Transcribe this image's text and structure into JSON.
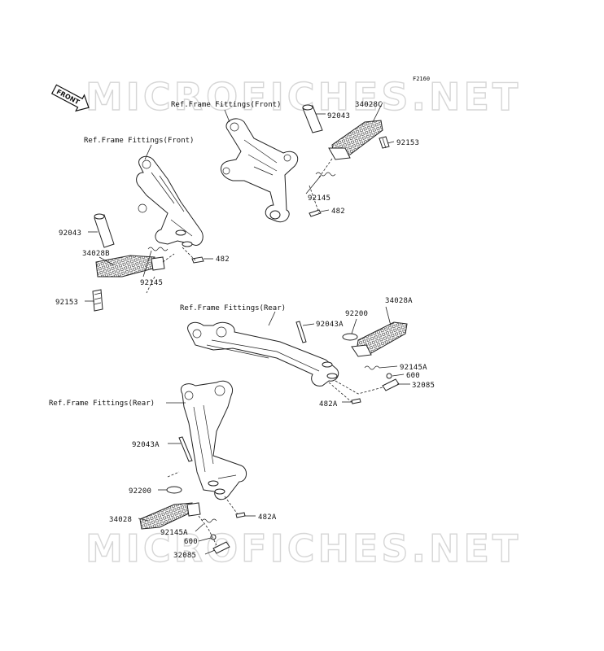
{
  "diagram_code": "F2160",
  "front_badge": "FRONT",
  "watermark_top": "MICROFICHES.NET",
  "watermark_bottom": "MICROFICHES.NET",
  "refs": {
    "front_upper": "Ref.Frame Fittings(Front)",
    "front_left": "Ref.Frame Fittings(Front)",
    "rear_upper": "Ref.Frame Fittings(Rear)",
    "rear_left": "Ref.Frame Fittings(Rear)"
  },
  "parts": {
    "p1": "34028C",
    "p2": "92043",
    "p3": "92153",
    "p4": "92145",
    "p5": "482",
    "p6": "92043",
    "p7": "34028B",
    "p8": "482",
    "p9": "92145",
    "p10": "92153",
    "p11": "34028A",
    "p12": "92200",
    "p13": "92043A",
    "p14": "92145A",
    "p15": "600",
    "p16": "32085",
    "p17": "482A",
    "p18": "92043A",
    "p19": "92200",
    "p20": "482A",
    "p21": "34028",
    "p22": "92145A",
    "p23": "600",
    "p24": "32085"
  }
}
